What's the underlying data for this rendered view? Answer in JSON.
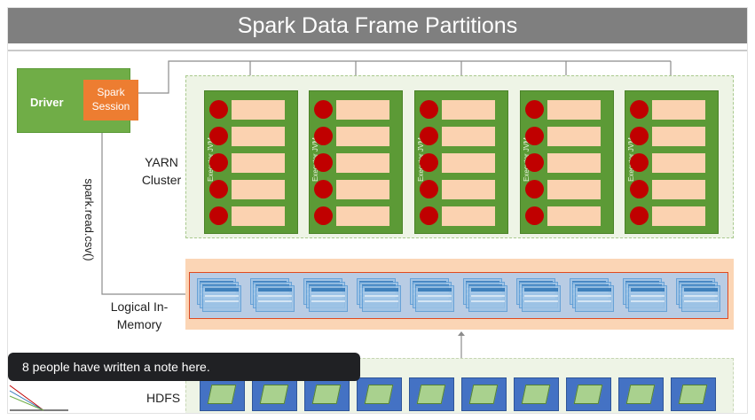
{
  "slide": {
    "title": "Spark Data Frame Partitions",
    "driver": {
      "label": "Driver",
      "session_label": "Spark Session"
    },
    "yarn_cluster_label": "YARN Cluster",
    "read_call_label": "spark.read.csv()",
    "executors": [
      {
        "label": "Executor JVM",
        "slots": 5
      },
      {
        "label": "Executor JVM",
        "slots": 5
      },
      {
        "label": "Executor JVM",
        "slots": 5
      },
      {
        "label": "Executor JVM",
        "slots": 5
      },
      {
        "label": "Executor JVM",
        "slots": 5
      }
    ],
    "logical_label": "Logical In-Memory",
    "hdfs_label": "HDFS",
    "hdfs_block_count": 10,
    "partition_count": 10,
    "colors": {
      "driver_green": "#70ad47",
      "session_orange": "#ed7d31",
      "executor_green": "#5c9a36",
      "core_red": "#c00000",
      "task_peach": "#fbd2b0",
      "partition_blue": "#9dc3e6",
      "hdfs_blue": "#4472c4"
    }
  },
  "toast": {
    "message": "8 people have written a note here."
  }
}
